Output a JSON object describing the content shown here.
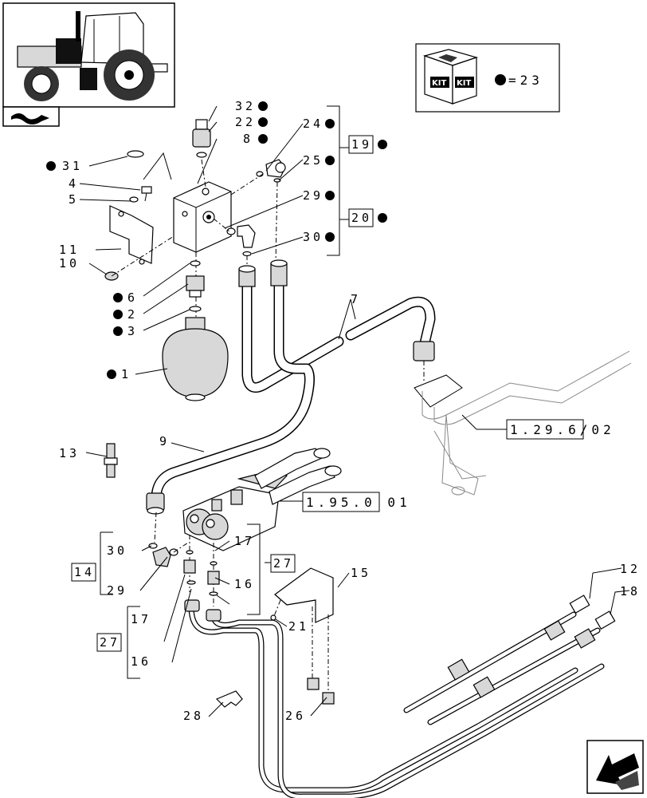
{
  "labels": {
    "l1": "1",
    "l2": "2",
    "l3": "3",
    "l4": "4",
    "l5": "5",
    "l6": "6",
    "l7": "7",
    "l8": "8",
    "l9": "9",
    "l10": "10",
    "l11": "11",
    "l12": "12",
    "l13": "13",
    "l14": "14",
    "l15": "15",
    "l16a": "16",
    "l16b": "16",
    "l17a": "17",
    "l17b": "17",
    "l18": "18",
    "l19": "19",
    "l20": "20",
    "l21": "21",
    "l22": "22",
    "l24": "24",
    "l25": "25",
    "l26": "26",
    "l27a": "27",
    "l27b": "27",
    "l28": "28",
    "l29a": "29",
    "l29b": "29",
    "l30a": "30",
    "l30b": "30",
    "l31": "31",
    "l32": "32"
  },
  "references": {
    "ref_a": "1.29.6/02",
    "ref_b": "1.95.0 01"
  },
  "kit": {
    "legend": "=23",
    "badge_text": "KIT"
  },
  "icons": {
    "tractor": "tractor-illustration",
    "section": "hydraulic-section-icon",
    "nav": "previous-page-arrow-icon",
    "kit": "kit-box-icon",
    "marker": "black-dot-marker"
  },
  "colors": {
    "line": "#000000",
    "paper": "#ffffff",
    "shade": "#d8d8d8"
  }
}
